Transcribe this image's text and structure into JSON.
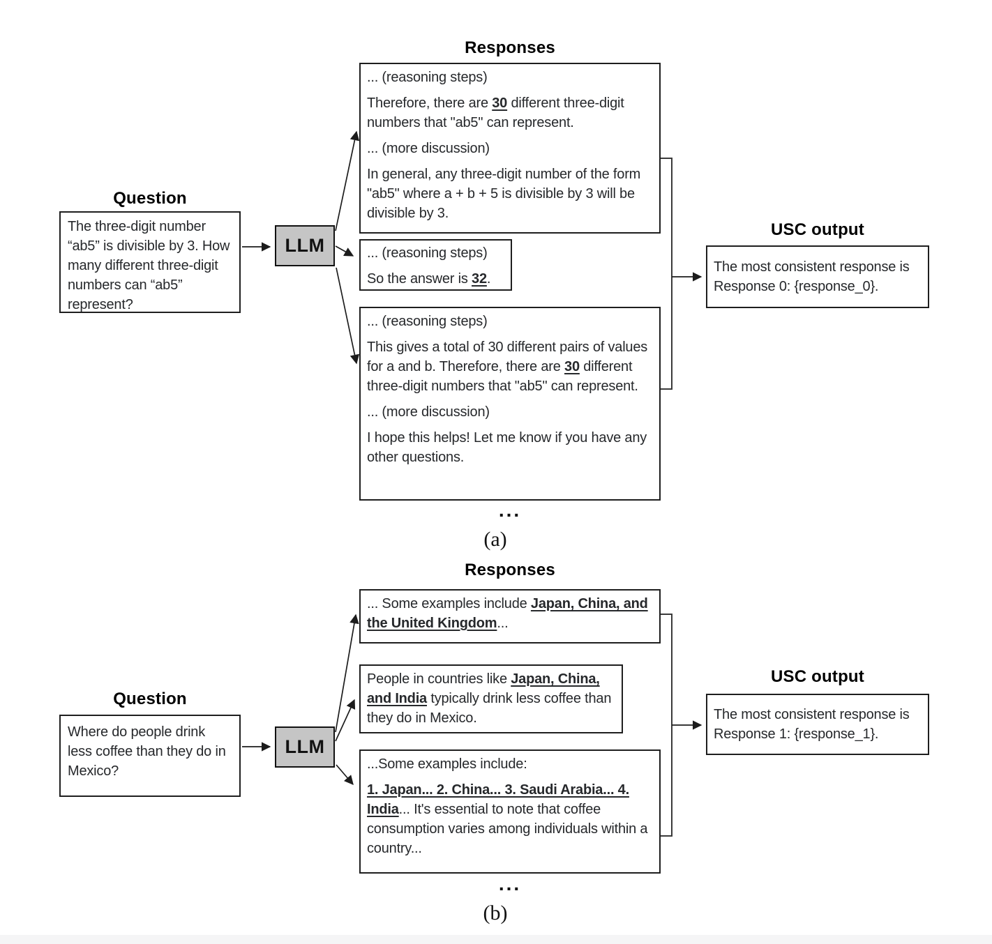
{
  "colors": {
    "llm_box_fill": "#c5c5c5",
    "box_border": "#1e1e1e"
  },
  "figures": {
    "a": {
      "caption": "(a)",
      "llm_label": "LLM",
      "question": {
        "title": "Question",
        "text": "The three-digit number “ab5” is divisible by 3. How many different three-digit numbers can “ab5” represent?"
      },
      "responses": {
        "title": "Responses",
        "ellipsis": "...",
        "r1": {
          "p1": "... (reasoning steps)",
          "p2_pre": "Therefore, there are ",
          "p2_em": "30",
          "p2_post": " different three-digit numbers that \"ab5\" can represent.",
          "p3": "... (more discussion)",
          "p4": "In general, any three-digit number of the form \"ab5\" where a + b + 5 is divisible by 3 will be divisible by 3."
        },
        "r2": {
          "p1": "... (reasoning steps)",
          "p2_pre": "So the answer is ",
          "p2_em": "32",
          "p2_post": "."
        },
        "r3": {
          "p1": "... (reasoning steps)",
          "p2_pre": "This gives a total of 30 different pairs of values for a and b. Therefore, there are ",
          "p2_em": "30",
          "p2_post": " different three-digit numbers that \"ab5\" can represent.",
          "p3": "... (more discussion)",
          "p4": "I hope this helps! Let me know if you have any other questions."
        }
      },
      "usc": {
        "title": "USC output",
        "text": "The most consistent response is Response 0: {response_0}."
      }
    },
    "b": {
      "caption": "(b)",
      "llm_label": "LLM",
      "question": {
        "title": "Question",
        "text": "Where do people drink less coffee than they do in Mexico?"
      },
      "responses": {
        "title": "Responses",
        "ellipsis": "...",
        "r1": {
          "p1_pre": "... Some examples include ",
          "p1_em": "Japan, China, and the United Kingdom",
          "p1_post": "..."
        },
        "r2": {
          "p1_pre": "People in countries like ",
          "p1_em": "Japan, China, and India",
          "p1_post": " typically drink less coffee than they do in Mexico."
        },
        "r3": {
          "p1": "...Some examples include:",
          "p2_em": "1. Japan... 2. China... 3. Saudi Arabia... 4. India",
          "p2_post": "... It's essential to note that coffee consumption varies among individuals within a country..."
        }
      },
      "usc": {
        "title": "USC output",
        "text": "The most consistent response is Response 1: {response_1}."
      }
    }
  }
}
